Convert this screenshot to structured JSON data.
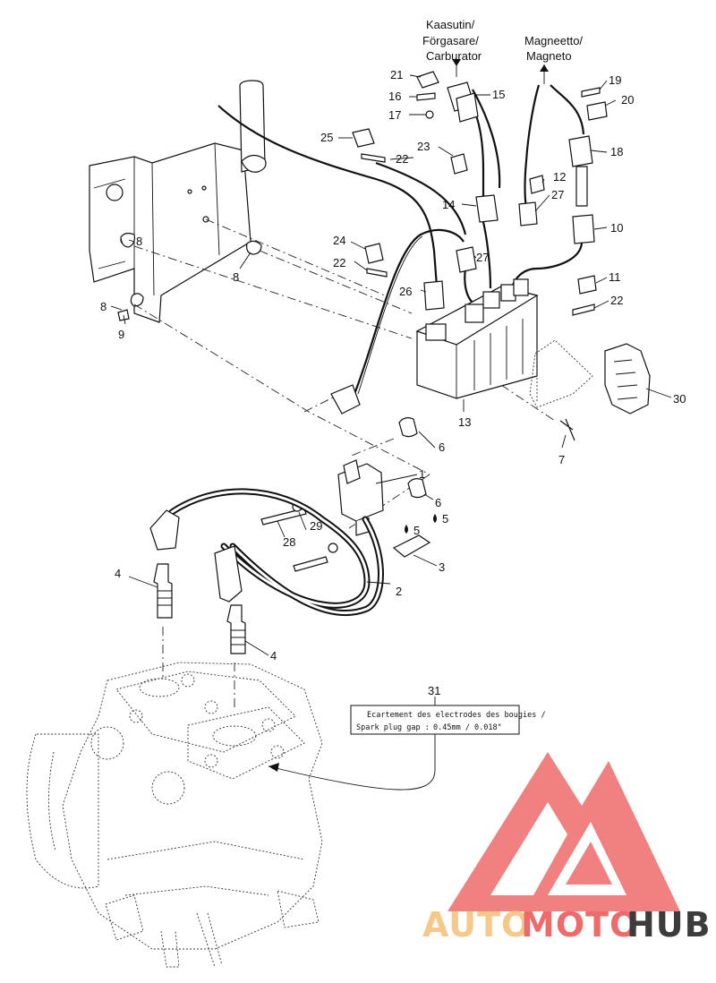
{
  "headers": {
    "carburator": [
      "Kaasutin/",
      "Förgasare/",
      "Carburator"
    ],
    "magneto": [
      "Magneetto/",
      "Magneto"
    ]
  },
  "callouts": {
    "c1": "1",
    "c2": "2",
    "c3": "3",
    "c4a": "4",
    "c4b": "4",
    "c5a": "5",
    "c5b": "5",
    "c6a": "6",
    "c6b": "6",
    "c7": "7",
    "c8a": "8",
    "c8b": "8",
    "c8c": "8",
    "c9": "9",
    "c10": "10",
    "c11": "11",
    "c12": "12",
    "c13": "13",
    "c14": "14",
    "c15": "15",
    "c16": "16",
    "c17": "17",
    "c18": "18",
    "c19": "19",
    "c20": "20",
    "c21": "21",
    "c22a": "22",
    "c22b": "22",
    "c22c": "22",
    "c23": "23",
    "c24": "24",
    "c25": "25",
    "c26": "26",
    "c27a": "27",
    "c27b": "27",
    "c28": "28",
    "c29": "29",
    "c30": "30",
    "c31": "31"
  },
  "note31": {
    "line1": "Ecartement des electrodes des bougies /",
    "line2_label": "Spark plug gap :",
    "line2_value": "0.45mm / 0.018\""
  },
  "watermark": {
    "part1": "AUTO",
    "part2": "MOTO",
    "part3": "HUB",
    "color_light": "#f5c98a",
    "color_main": "#ef6b6b",
    "color_dark": "#3c3c3c"
  }
}
